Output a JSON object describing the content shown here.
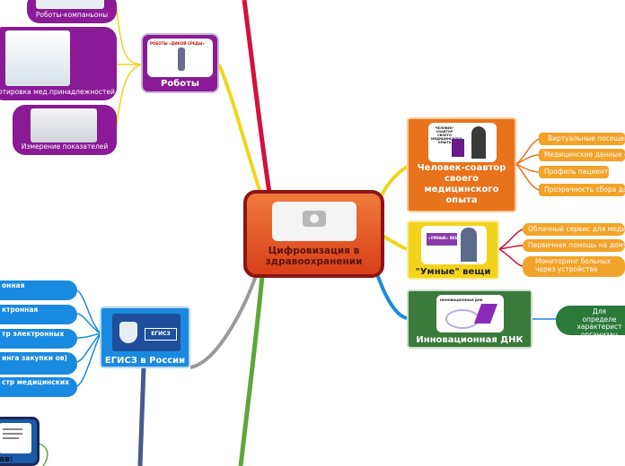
{
  "center": {
    "title": "Цифровизация в здравоохранении"
  },
  "branches": {
    "robots": {
      "title": "Роботы",
      "thumb_text": "РОБОТЫ «ДИКОЙ СРЕДЫ»",
      "children": [
        {
          "label": "Роботы-компаньоны"
        },
        {
          "label": "отировка мед.принадлежностей"
        },
        {
          "label": "Измерение показателей"
        }
      ]
    },
    "coauthor": {
      "title": "Человек-соавтор своего медицинского опыта",
      "thumb_text": "ЧЕЛОВЕК-СОАВТОР СВОЕГО МЕДИЦИНСКОГО ОПЫТА",
      "children": [
        {
          "label": "Виртуальные посещени"
        },
        {
          "label": "Медицинские данные смар"
        },
        {
          "label": "Профиль пациента"
        },
        {
          "label": "Прозрачность сбора данн"
        }
      ]
    },
    "smart": {
      "title": "\"Умные\" вещи",
      "thumb_text": "«УМНЫЕ» ВЕЩИ",
      "children": [
        {
          "label": "Облачный сервис для медиц"
        },
        {
          "label": "Первичная помощь на дому"
        },
        {
          "label": "Мониторинг больных через устройства"
        }
      ]
    },
    "dna": {
      "title": "Инновационная ДНК",
      "thumb_text": "ИННОВАЦИОННАЯ ДНК",
      "children": [
        {
          "label": "Для определе характерист организац"
        }
      ]
    },
    "egisz": {
      "title": "ЕГИСЗ в России",
      "logo_text": "ЕГИСЗ",
      "children": [
        {
          "label": "онная"
        },
        {
          "label": "ктронная"
        },
        {
          "label": "тр электронных"
        },
        {
          "label": "инга закупки ов)"
        },
        {
          "label": "стр медицинских"
        }
      ]
    },
    "bottom_left": {
      "title": "ав:"
    }
  },
  "colors": {
    "center_fill": "#e8501c",
    "center_border": "#8c1414",
    "robots": "#8a1a96",
    "coauthor": "#e8731c",
    "smart": "#f2d41c",
    "dna": "#3a7a3a",
    "egisz": "#1a8ae0",
    "branch_red": "#d4103c",
    "branch_green": "#5aa83a",
    "branch_gray": "#9a9a9a",
    "branch_navy": "#4a5a8a"
  }
}
